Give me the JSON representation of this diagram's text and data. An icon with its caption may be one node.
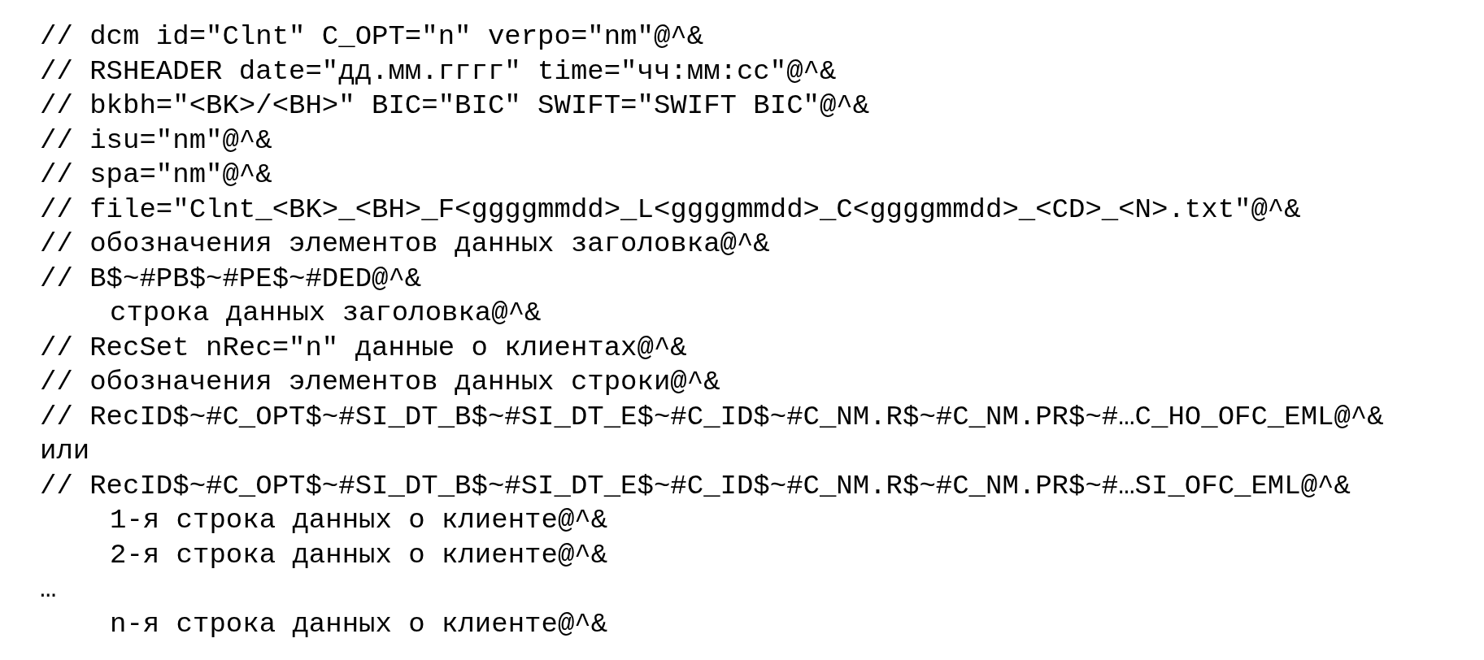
{
  "diagram": {
    "labels": [
      "// dcm id=\"Clnt\" C_OPT=\"n\" verpo=\"nm\"@^&",
      "// RSHEADER date=\"дд.мм.гггг\" time=\"чч:мм:сс\"@^&",
      "// bkbh=\"<BK>/<BH>\" BIC=\"BIC\" SWIFT=\"SWIFT BIC\"@^&",
      "// isu=\"nm\"@^&",
      "// spa=\"nm\"@^&",
      "// file=\"Clnt_<BK>_<BH>_F<ggggmmdd>_L<ggggmmdd>_C<ggggmmdd>_<CD>_<N>.txt\"@^&",
      "// обозначения элементов данных заголовка@^&",
      "// B$~#PB$~#PE$~#DED@^&",
      "строка данных заголовка@^&",
      "// RecSet nRec=\"n\" данные о клиентах@^&",
      "// обозначения элементов данных строки@^&",
      "// RecID$~#C_OPT$~#SI_DT_B$~#SI_DT_E$~#C_ID$~#C_NM.R$~#C_NM.PR$~#…C_HO_OFC_EML@^&",
      "или",
      "// RecID$~#C_OPT$~#SI_DT_B$~#SI_DT_E$~#C_ID$~#C_NM.R$~#C_NM.PR$~#…SI_OFC_EML@^&",
      "1-я строка данных о клиенте@^&",
      "2-я строка данных о клиенте@^&",
      "…",
      "n-я строка данных о клиенте@^&"
    ]
  }
}
